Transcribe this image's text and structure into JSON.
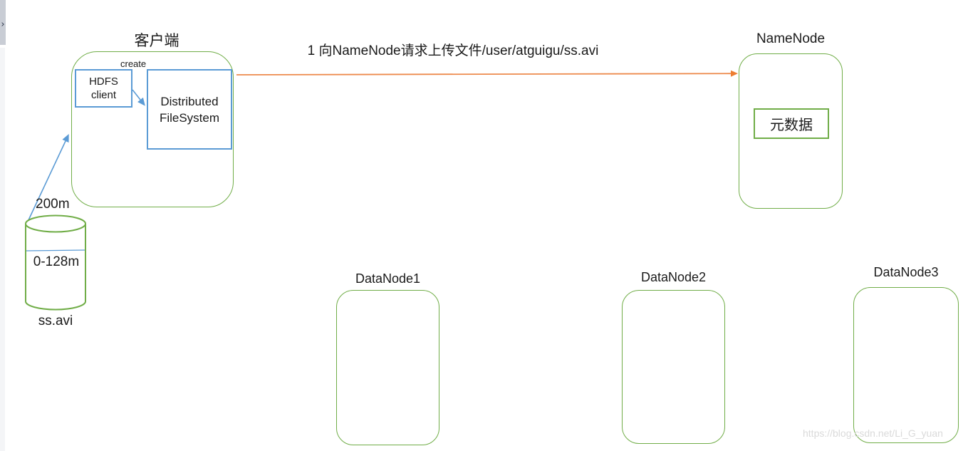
{
  "page": {
    "watermark": "https://blog.csdn.net/Li_G_yuan",
    "side_panel_chevron": "›"
  },
  "colors": {
    "node_green": "#70ad47",
    "box_blue": "#5b9bd5",
    "arrow_orange": "#ed7d31",
    "watermark_gray": "#dadada",
    "panel_strip_top": "#c9cdd5",
    "panel_strip_bottom": "#f4f5f7"
  },
  "diagram": {
    "client": {
      "title": "客户端",
      "create_label": "create",
      "hdfs_client": "HDFS client",
      "distributed_filesystem": "Distributed FileSystem"
    },
    "request": {
      "step_label": "1 向NameNode请求上传文件/user/atguigu/ss.avi"
    },
    "namenode": {
      "title": "NameNode",
      "metadata": "元数据"
    },
    "source_file": {
      "total_size": "200m",
      "block_range": "0-128m",
      "filename": "ss.avi"
    },
    "datanodes": [
      {
        "label": "DataNode1"
      },
      {
        "label": "DataNode2"
      },
      {
        "label": "DataNode3"
      }
    ]
  }
}
